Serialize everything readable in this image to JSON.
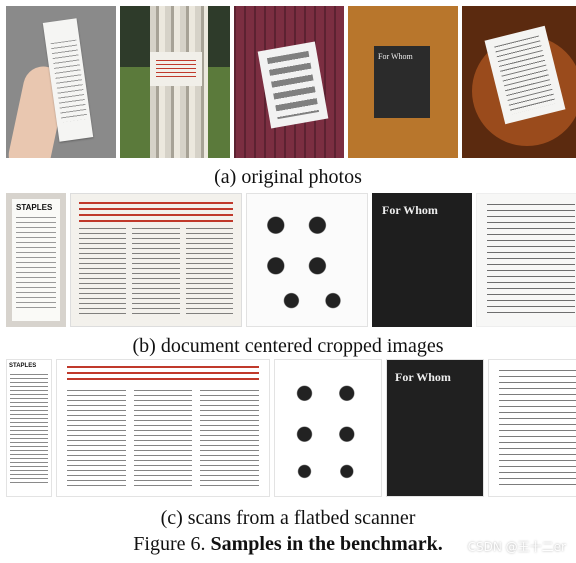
{
  "captions": {
    "a": "(a) original photos",
    "b": "(b) document centered cropped images",
    "c": "(c) scans from a flatbed scanner"
  },
  "figure": {
    "label": "Figure 6.",
    "text": "Samples in the benchmark."
  },
  "watermark": "CSDN @王十二er",
  "rows": {
    "a": [
      "receipt photo",
      "tree flyer photo",
      "catalog on chair photo",
      "book cover on desk photo",
      "sheet music on guitar photo"
    ],
    "b": [
      "cropped receipt",
      "cropped flyer",
      "cropped catalog",
      "cropped book cover",
      "cropped sheet music"
    ],
    "c": [
      "scanned receipt",
      "scanned flyer",
      "scanned catalog",
      "scanned book cover",
      "scanned sheet music"
    ]
  }
}
